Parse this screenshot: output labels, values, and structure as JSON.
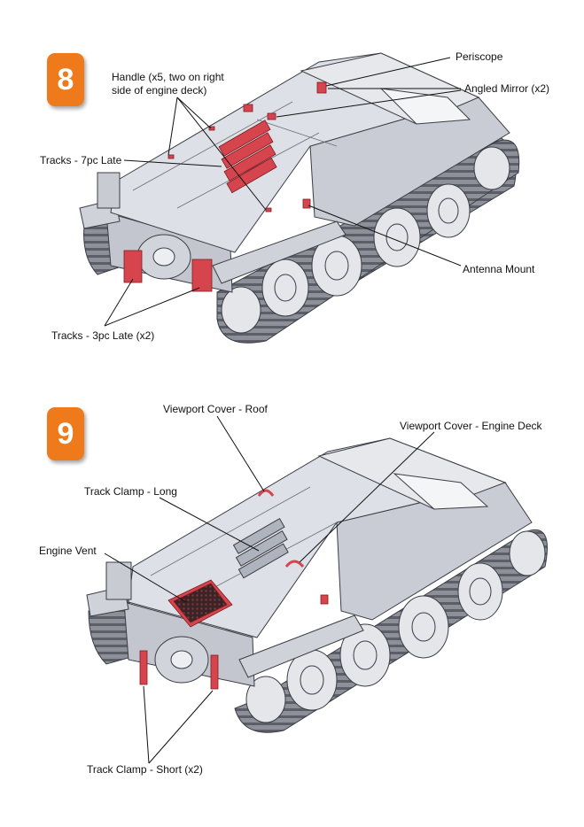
{
  "step8": {
    "number": "8",
    "labels": {
      "periscope": "Periscope",
      "handle_line1": "Handle (x5, two on right",
      "handle_line2": "side of engine deck)",
      "angled_mirror": "Angled Mirror (x2)",
      "tracks_7pc": "Tracks - 7pc Late",
      "antenna_mount": "Antenna Mount",
      "tracks_3pc": "Tracks - 3pc Late (x2)"
    }
  },
  "step9": {
    "number": "9",
    "labels": {
      "viewport_roof": "Viewport Cover - Roof",
      "viewport_engine": "Viewport Cover - Engine Deck",
      "track_clamp_long": "Track Clamp - Long",
      "engine_vent": "Engine Vent",
      "track_clamp_short": "Track Clamp - Short (x2)"
    }
  },
  "colors": {
    "badge": "#ee7a1c",
    "highlight": "#d6454d",
    "hull": "#d9dce3",
    "hull_dark": "#aeb3bd",
    "outline": "#3a3d44"
  }
}
